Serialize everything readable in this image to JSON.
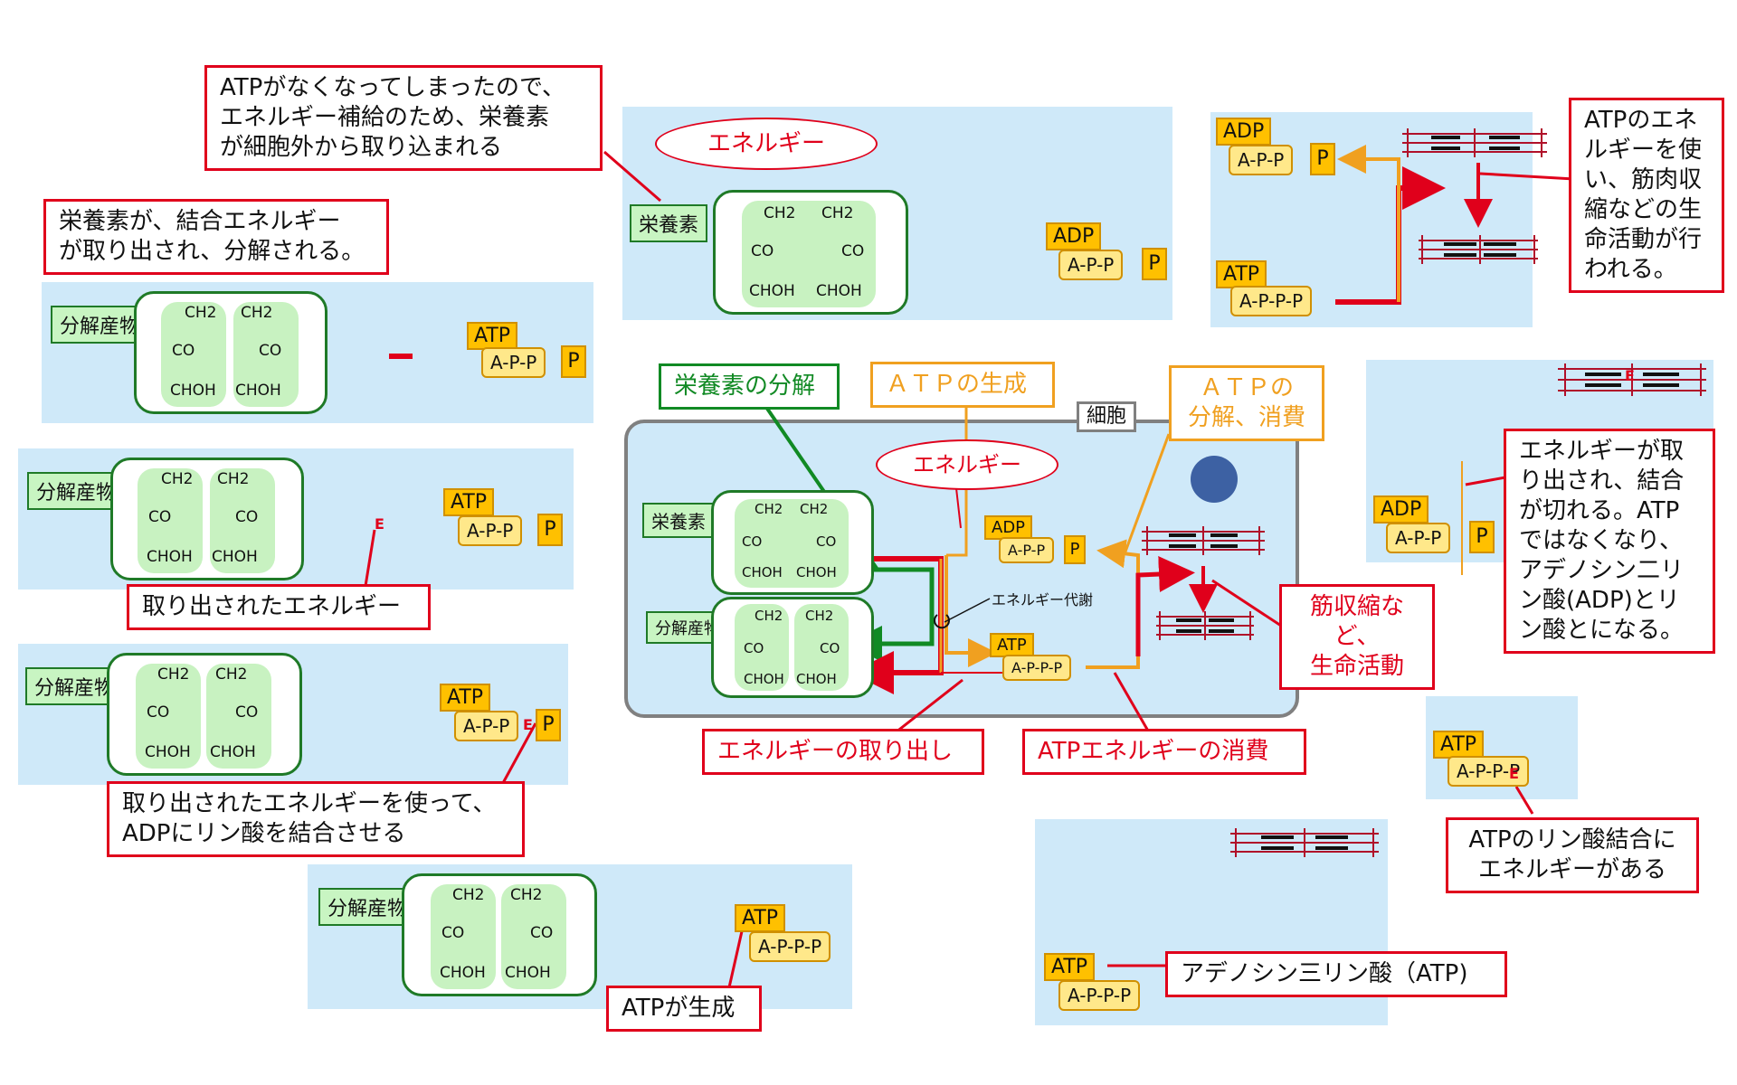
{
  "callouts": {
    "intake": "ATPがなくなってしまったので、\nエネルギー補給のため、栄養素\nが細胞外から取り込まれる",
    "decompose": "栄養素が、結合エネルギー\nが取り出され、分解される。",
    "extracted": "取り出されたエネルギー",
    "use_energy": "取り出されたエネルギーを使って、\nADPにリン酸を結合させる",
    "atp_made": "ATPが生成",
    "atp_energy_use": "ATPのエネ\nルギーを使\nい、筋肉収\n縮などの生\n命活動が行\nわれる。",
    "bond_break": "エネルギーが取\nり出され、結合\nが切れる。ATP\nではなくなり、\nアデノシン二リ\nン酸(ADP)とリ\nン酸とになる。",
    "phosphate_energy": "ATPのリン酸結合に\nエネルギーがある",
    "atp_name": "アデノシン三リン酸（ATP)",
    "nutrient_breakdown": "栄養素の分解",
    "atp_generation": "ＡＴＰの生成",
    "atp_consumption": "ＡＴＰの\n分解、消費",
    "muscle": "筋収縮など、\n生命活動",
    "energy_extraction": "エネルギーの取り出し",
    "atp_energy_consumption": "ATPエネルギーの消費"
  },
  "labels": {
    "energy": "エネルギー",
    "nutrient": "栄養素",
    "product": "分解産物",
    "cell": "細胞",
    "metabolism": "エネルギー代謝",
    "adp": "ADP",
    "atp": "ATP",
    "p": "P",
    "e": "E",
    "app": "A-P-P",
    "appp": "A-P-P-P",
    "ch2": "CH2",
    "co": "CO",
    "choh": "CHOH"
  },
  "colors": {
    "panel": "#cfe9f9",
    "red": "#e0001b",
    "green": "#118a24",
    "orange": "#f0a020",
    "atp": "#ffc000"
  }
}
